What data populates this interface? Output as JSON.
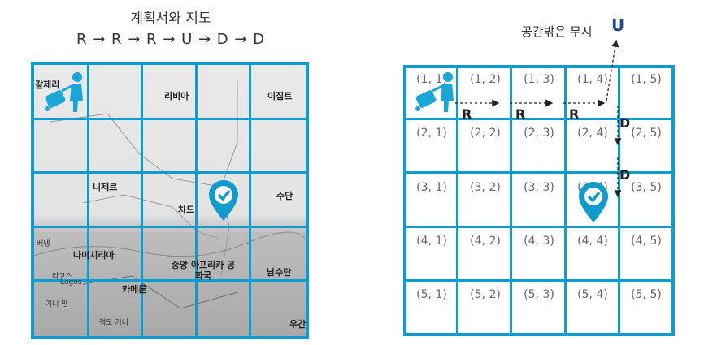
{
  "left_panel": {
    "title": "계획서와 지도",
    "plan": "R → R → R → U → D → D",
    "map_labels": [
      "갈제리",
      "리비아",
      "이집트",
      "니제르",
      "차드",
      "수단",
      "베냉",
      "나이지리아",
      "라고스",
      "Lagos",
      "카메룬",
      "중앙 아프리카 공화국",
      "남수단",
      "기니 만",
      "적도 기니",
      "우간"
    ]
  },
  "right_panel": {
    "out_of_bounds_note": "공간밖은 무시",
    "out_of_bounds_move": "U",
    "cells": [
      [
        "(1, 1)",
        "(1, 2)",
        "(1, 3)",
        "(1, 4)",
        "(1, 5)"
      ],
      [
        "(2, 1)",
        "(2, 2)",
        "(2, 3)",
        "(2, 4)",
        "(2, 5)"
      ],
      [
        "(3, 1)",
        "(3, 2)",
        "(3, 3)",
        "(3, 4)",
        "(3, 5)"
      ],
      [
        "(4, 1)",
        "(4, 2)",
        "(4, 3)",
        "(4, 4)",
        "(4, 5)"
      ],
      [
        "(5, 1)",
        "(5, 2)",
        "(5, 3)",
        "(5, 4)",
        "(5, 5)"
      ]
    ],
    "moves_right": [
      "R",
      "R",
      "R"
    ],
    "moves_down": [
      "D",
      "D"
    ]
  },
  "colors": {
    "grid": "#0f9ccd",
    "accent": "#1f4f80"
  }
}
